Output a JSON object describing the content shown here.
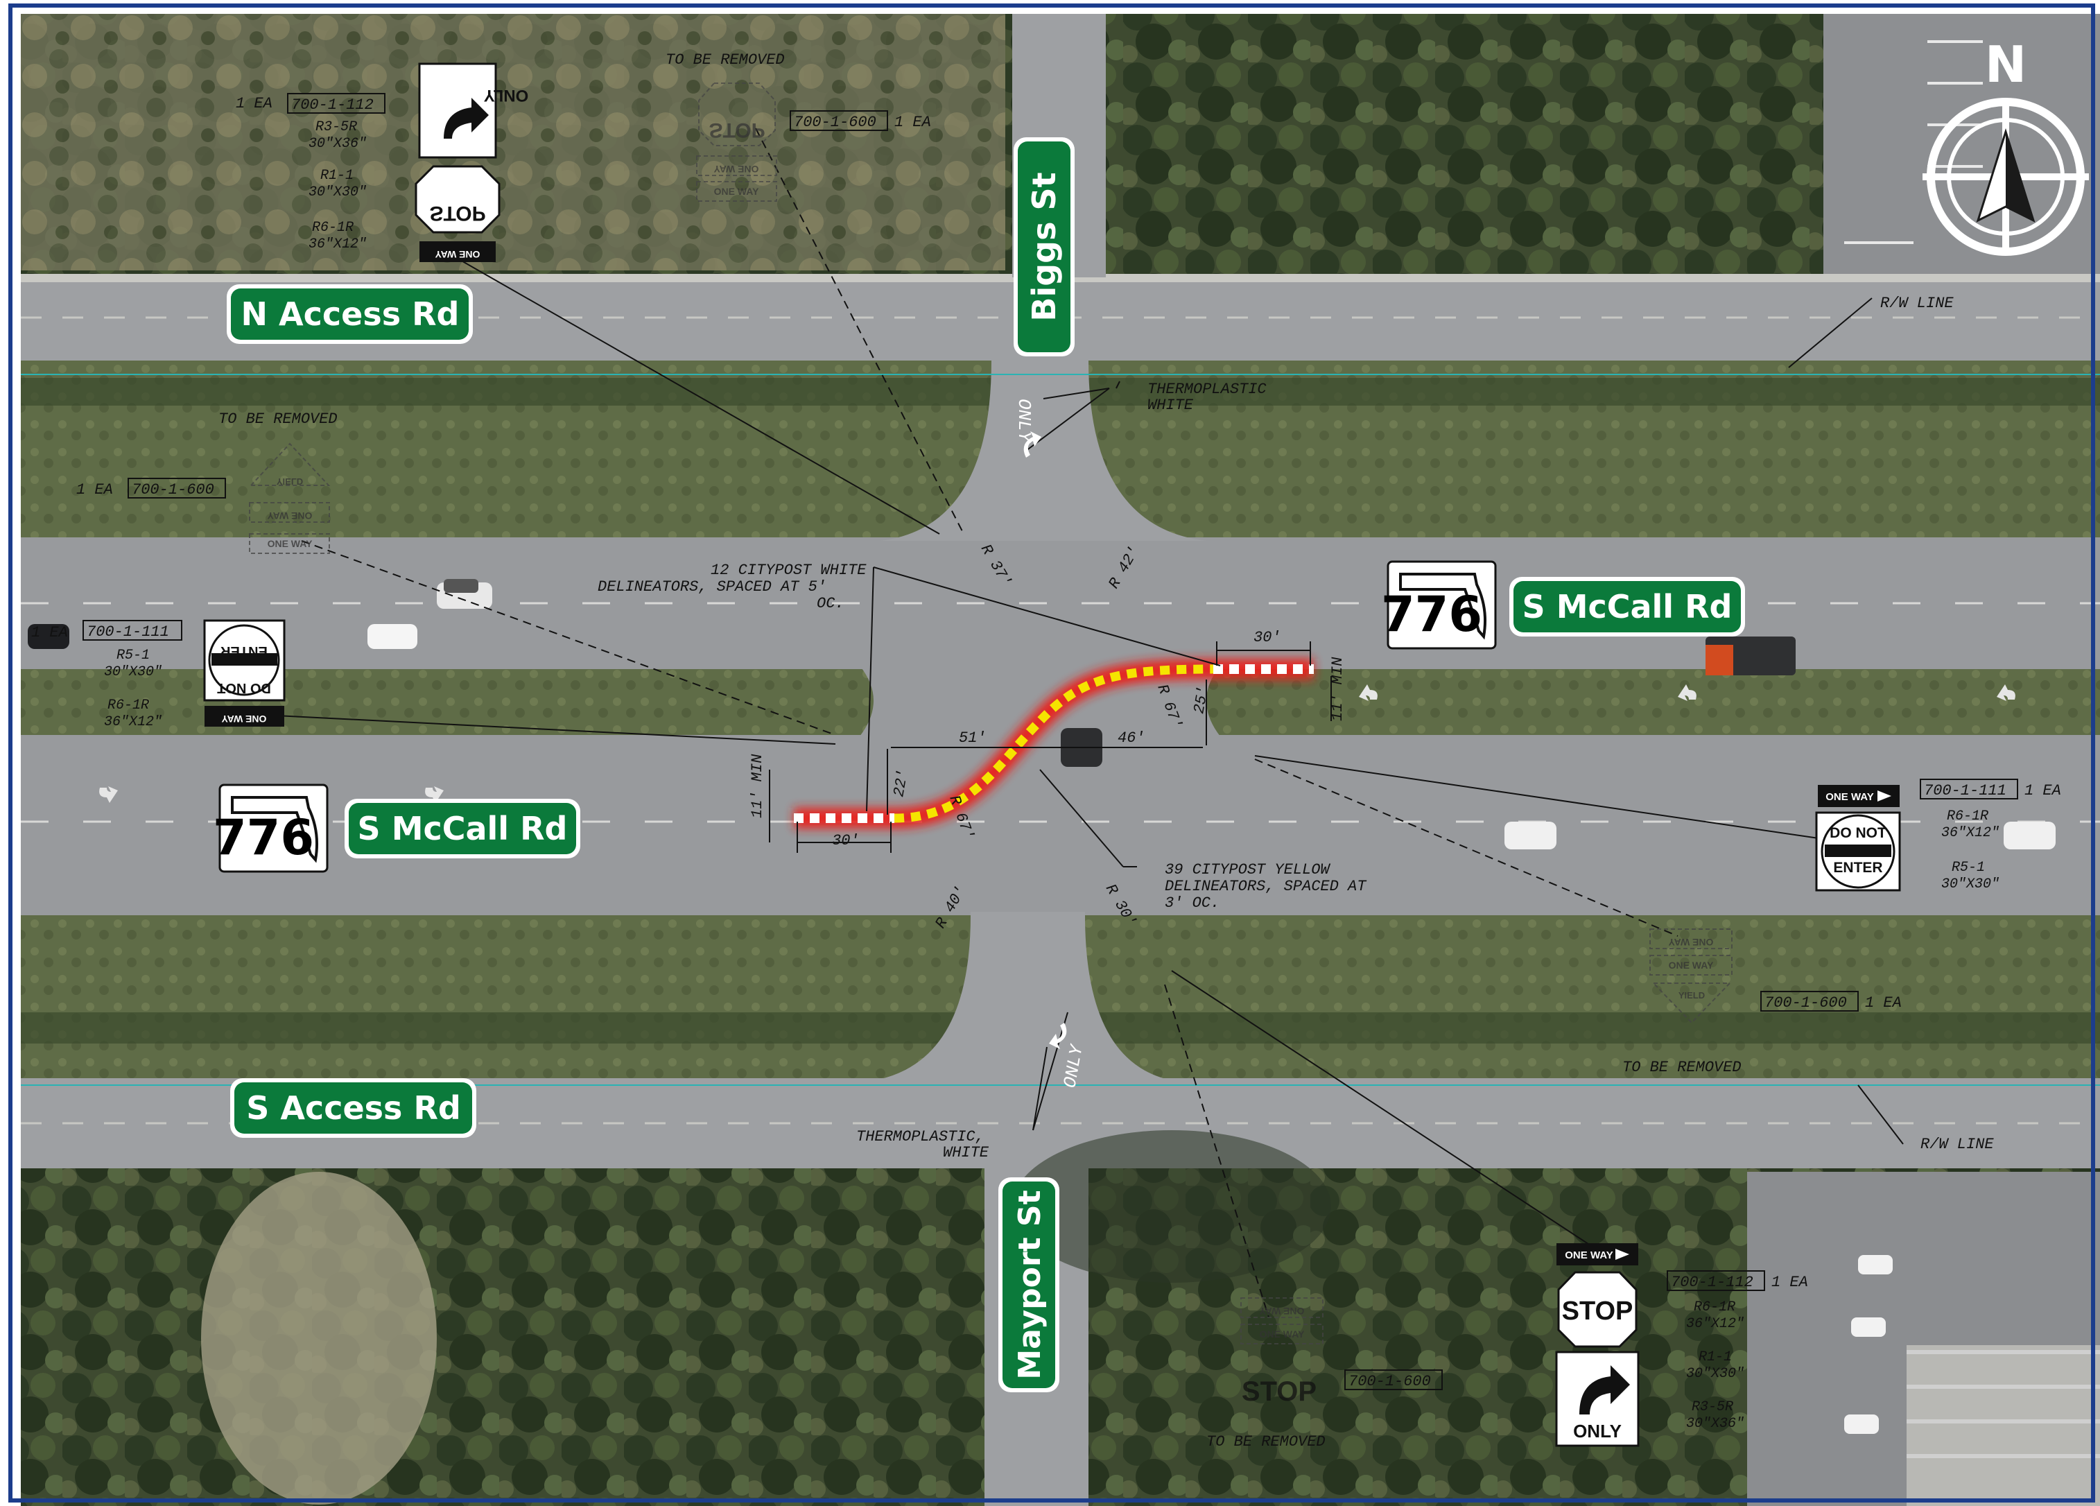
{
  "compass": {
    "label": "N"
  },
  "street_labels": {
    "n_access": "N Access Rd",
    "s_access": "S Access Rd",
    "biggs": "Biggs St",
    "mayport": "Mayport St",
    "mccall_west": "S McCall Rd",
    "mccall_east": "S McCall Rd",
    "route_number_west": "776",
    "route_number_east": "776"
  },
  "notes": {
    "to_be_removed_1": "TO BE REMOVED",
    "to_be_removed_2": "TO BE REMOVED",
    "to_be_removed_3": "TO BE REMOVED",
    "to_be_removed_4": "TO BE REMOVED",
    "rw_line_north": "R/W LINE",
    "rw_line_south": "R/W LINE",
    "thermo_north_1": "THERMOPLASTIC",
    "thermo_north_2": "WHITE",
    "thermo_south_1": "THERMOPLASTIC,",
    "thermo_south_2": "WHITE",
    "white_delin_1": "12 CITYPOST WHITE",
    "white_delin_2": "DELINEATORS, SPACED AT 5'",
    "white_delin_3": "OC.",
    "yellow_delin_1": "39 CITYPOST YELLOW",
    "yellow_delin_2": "DELINEATORS, SPACED AT",
    "yellow_delin_3": "3' OC."
  },
  "pay_items": {
    "nw_top": {
      "code": "700-1-112",
      "qty": "1 EA"
    },
    "n_stop": {
      "code": "700-1-600",
      "qty": "1 EA"
    },
    "w_yield": {
      "code": "700-1-600",
      "qty": "1 EA"
    },
    "w_dne": {
      "code": "700-1-111",
      "qty": "1 EA"
    },
    "e_dne": {
      "code": "700-1-111",
      "qty": "1 EA"
    },
    "se_yield": {
      "code": "700-1-600",
      "qty": "1 EA"
    },
    "se_stop": {
      "code": "700-1-112",
      "qty": "1 EA"
    },
    "s_stop": {
      "code": "700-1-600"
    }
  },
  "sign_specs": {
    "nw_1": "R3-5R",
    "nw_1s": "30\"X36\"",
    "nw_2": "R1-1",
    "nw_2s": "30\"X30\"",
    "nw_3": "R6-1R",
    "nw_3s": "36\"X12\"",
    "w_1": "R5-1",
    "w_1s": "30\"X30\"",
    "w_2": "R6-1R",
    "w_2s": "36\"X12\"",
    "e_1": "R6-1R",
    "e_1s": "36\"X12\"",
    "e_2": "R5-1",
    "e_2s": "30\"X30\"",
    "se_1": "R6-1R",
    "se_1s": "36\"X12\"",
    "se_2": "R1-1",
    "se_2s": "30\"X30\"",
    "se_3": "R3-5R",
    "se_3s": "30\"X36\""
  },
  "signs": {
    "only": "ONLY",
    "stop": "STOP",
    "one_way": "ONE WAY",
    "yield": "YIELD",
    "do_not": "DO NOT",
    "enter": "ENTER"
  },
  "pavement_words": {
    "north_only": "ONLY",
    "south_only": "ONLY"
  },
  "dimensions": {
    "east_taper": "30'",
    "west_taper": "30'",
    "east_min": "11' MIN",
    "west_min": "11' MIN",
    "d51": "51'",
    "d46": "46'",
    "d22": "22'",
    "d25": "25'",
    "r67a": "R 67'",
    "r67b": "R 67'",
    "r37": "R 37'",
    "r42": "R 42'",
    "r40": "R 40'",
    "r30": "R 30'"
  },
  "colors": {
    "road_sign_green": "#0b7a3b",
    "delineator_yellow": "#f5e400",
    "delineator_white": "#ffffff",
    "delineator_glow": "#e8231b",
    "asphalt": "#9a9ca0",
    "grass": "#5d6b46",
    "frame": "#1c3d8c"
  }
}
